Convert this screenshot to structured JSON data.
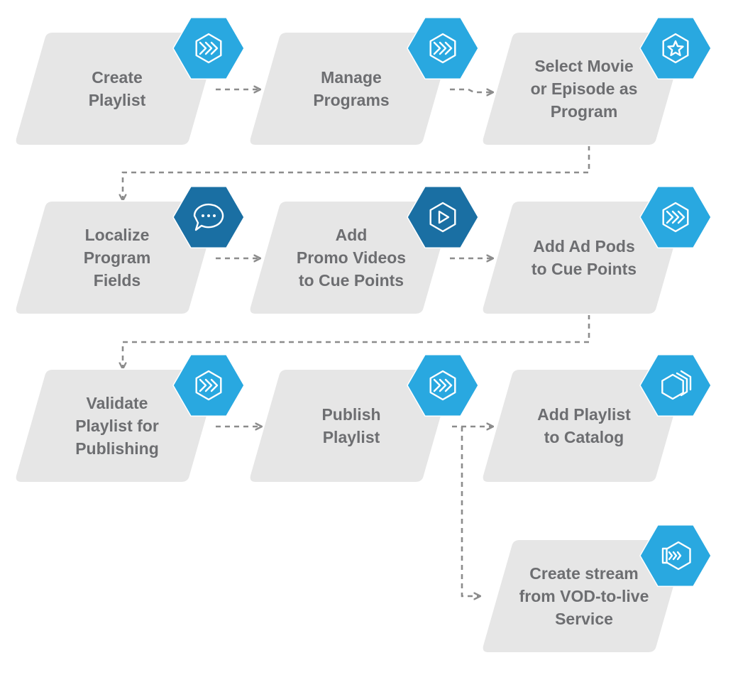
{
  "colors": {
    "card_fill": "#e6e6e6",
    "card_stroke": "#ffffff",
    "text": "#6d6e71",
    "connector": "#8c8c8c",
    "badge_light": "#29a8e0",
    "badge_dark": "#1a6fa3",
    "icon_stroke": "#ffffff"
  },
  "steps": [
    {
      "id": "create-playlist",
      "label": "Create\nPlaylist",
      "icon": "chevrons-right-icon",
      "badge": "light"
    },
    {
      "id": "manage-programs",
      "label": "Manage\nPrograms",
      "icon": "chevrons-right-icon",
      "badge": "light"
    },
    {
      "id": "select-movie-or-episode",
      "label": "Select Movie\nor Episode as\nProgram",
      "icon": "star-icon",
      "badge": "light"
    },
    {
      "id": "localize-program-fields",
      "label": "Localize\nProgram\nFields",
      "icon": "chat-bubble-icon",
      "badge": "dark"
    },
    {
      "id": "add-promo-videos",
      "label": "Add\nPromo Videos\nto Cue Points",
      "icon": "play-icon",
      "badge": "dark"
    },
    {
      "id": "add-ad-pods",
      "label": "Add Ad Pods\nto Cue Points",
      "icon": "chevrons-right-icon",
      "badge": "light"
    },
    {
      "id": "validate-playlist",
      "label": "Validate\nPlaylist for\nPublishing",
      "icon": "chevrons-right-icon",
      "badge": "light"
    },
    {
      "id": "publish-playlist",
      "label": "Publish\nPlaylist",
      "icon": "chevrons-right-icon",
      "badge": "light"
    },
    {
      "id": "add-playlist-to-catalog",
      "label": "Add Playlist\nto Catalog",
      "icon": "stacked-pages-icon",
      "badge": "light"
    },
    {
      "id": "create-stream",
      "label": "Create stream\nfrom VOD-to-live\nService",
      "icon": "stream-icon",
      "badge": "light"
    }
  ],
  "connections": [
    {
      "from": "create-playlist",
      "to": "manage-programs"
    },
    {
      "from": "manage-programs",
      "to": "select-movie-or-episode"
    },
    {
      "from": "select-movie-or-episode",
      "to": "localize-program-fields"
    },
    {
      "from": "localize-program-fields",
      "to": "add-promo-videos"
    },
    {
      "from": "add-promo-videos",
      "to": "add-ad-pods"
    },
    {
      "from": "add-ad-pods",
      "to": "validate-playlist"
    },
    {
      "from": "validate-playlist",
      "to": "publish-playlist"
    },
    {
      "from": "publish-playlist",
      "to": "add-playlist-to-catalog"
    },
    {
      "from": "publish-playlist",
      "to": "create-stream"
    }
  ]
}
